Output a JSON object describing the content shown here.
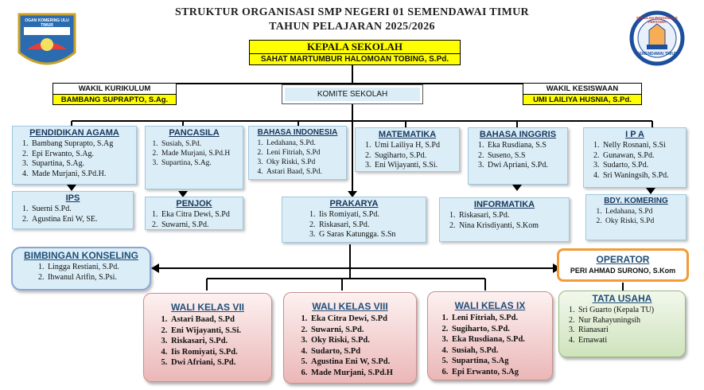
{
  "header": {
    "title_line1": "STRUKTUR ORGANISASI  SMP NEGERI 01 SEMENDAWAI TIMUR",
    "title_line2": "TAHUN PELAJARAN 2025/2026"
  },
  "logos": {
    "left_text": "OGAN KOMERING ULU TIMUR",
    "right_text": "SEKOLAH PENGGERAK PERTAMA",
    "right_bottom": "SEMENDAWAI TIMUR"
  },
  "kepala": {
    "title": "KEPALA SEKOLAH",
    "name": "SAHAT MARTUMBUR HALOMOAN TOBING, S.Pd."
  },
  "wakil_kurikulum": {
    "title": "WAKIL KURIKULUM",
    "name": "BAMBANG SUPRAPTO, S.Ag."
  },
  "wakil_kesiswaan": {
    "title": "WAKIL KESISWAAN",
    "name": "UMI LAILIYA HUSNIA, S.Pd."
  },
  "komite": {
    "title": "KOMITE SEKOLAH"
  },
  "subjects": {
    "agama": {
      "title": "PENDIDIKAN AGAMA",
      "items": [
        "Bambang Suprapto, S.Ag",
        "Epi Erwanto, S.Ag.",
        "Supartina, S.Ag.",
        "Made Murjani, S.Pd.H."
      ]
    },
    "pancasila": {
      "title": "PANCASILA",
      "items": [
        "Susiah, S.Pd.",
        "Made Murjani, S.Pd.H",
        "Supartina, S.Ag."
      ]
    },
    "bindo": {
      "title": "BAHASA INDONESIA",
      "items": [
        "Ledahana, S.Pd.",
        "Leni Fitriah, S.Pd",
        "Oky Riski, S.Pd",
        "Astari Baad, S.Pd."
      ]
    },
    "mtk": {
      "title": "MATEMATIKA",
      "items": [
        "Umi Lailiya H, S.Pd",
        "Sugiharto, S.Pd.",
        "Eni Wijayanti, S.Si."
      ]
    },
    "bing": {
      "title": "BAHASA INGGRIS",
      "items": [
        "Eka Rusdiana, S.S",
        "Suseno, S.S",
        "Dwi Apriani, S.Pd."
      ]
    },
    "ipa": {
      "title": "I P A",
      "items": [
        "Nelly Rosnani, S.Si",
        "Gunawan, S.Pd.",
        "Sudarto, S.Pd.",
        "Sri Waningsih, S.Pd."
      ]
    },
    "ips": {
      "title": "IPS",
      "items": [
        "Suerni S.Pd.",
        "Agustina Eni W, SE."
      ]
    },
    "penjok": {
      "title": "PENJOK",
      "items": [
        "Eka Citra Dewi, S.Pd",
        "Suwarni, S.Pd."
      ]
    },
    "prakarya": {
      "title": "PRAKARYA",
      "items": [
        "Iis Romiyati, S.Pd.",
        "Riskasari, S.Pd.",
        "G Saras Katungga. S.Sn"
      ]
    },
    "informatika": {
      "title": "INFORMATIKA",
      "items": [
        "Riskasari, S.Pd.",
        "Nina Krisdiyanti, S.Kom"
      ]
    },
    "bdy": {
      "title": "BDY. KOMERING",
      "items": [
        "Ledahana, S.Pd",
        "Oky Riski, S.Pd"
      ]
    }
  },
  "bk": {
    "title": "BIMBINGAN KONSELING",
    "items": [
      "Lingga Restiani, S.Pd.",
      "Ihwanul Arifin, S.Psi."
    ]
  },
  "operator": {
    "title": "OPERATOR",
    "name": "PERI AHMAD SURONO, S.Kom"
  },
  "tata_usaha": {
    "title": "TATA USAHA",
    "items": [
      "Sri Guarto (Kepala TU)",
      "Nur Rahayuningsih",
      "Rianasari",
      "Ernawati"
    ]
  },
  "wali": {
    "vii": {
      "title": "WALI KELAS VII",
      "items": [
        "Astari Baad, S.Pd",
        "Eni Wijayanti, S.Si.",
        "Riskasari, S.Pd.",
        "Iis Romiyati, S.Pd.",
        "Dwi Afriani, S.Pd."
      ]
    },
    "viii": {
      "title": "WALI KELAS VIII",
      "items": [
        "Eka Citra Dewi, S.Pd",
        "Suwarni, S.Pd.",
        "Oky Riski, S.Pd.",
        "Sudarto, S.Pd",
        "Agustina Eni W, S.Pd.",
        "Made Murjani, S.Pd.H"
      ]
    },
    "ix": {
      "title": "WALI KELAS IX",
      "items": [
        "Leni Fitriah, S.Pd.",
        "Sugiharto, S.Pd.",
        "Eka Rusdiana, S.Pd.",
        "Susiah, S.Pd.",
        "Supartina, S.Ag",
        "Epi Erwanto, S.Ag"
      ]
    }
  }
}
